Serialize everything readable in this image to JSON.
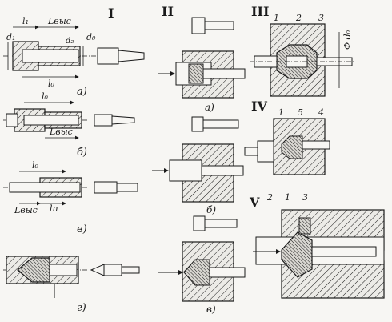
{
  "figure": {
    "groups": {
      "g1": {
        "numeral": "I"
      },
      "g2": {
        "numeral": "II"
      },
      "g3": {
        "numeral": "III"
      },
      "g4": {
        "numeral": "IV"
      },
      "g5": {
        "numeral": "V"
      }
    },
    "subfigures": {
      "a": "а)",
      "b": "б)",
      "v": "в)",
      "g": "г)",
      "a2": "а)",
      "b2": "б)",
      "v2": "в)"
    },
    "dimension_labels": {
      "d_in": "d₁",
      "l_1": "l₁",
      "l_vys": "Lвыс",
      "d_2": "d₂",
      "d_0": "d₀",
      "l_0": "l₀",
      "l_p": "lп",
      "phi_d0": "Ф d₀"
    },
    "part_numbers": {
      "p1": "1",
      "p2": "2",
      "p3": "3",
      "p4": "4",
      "p5": "5"
    }
  }
}
